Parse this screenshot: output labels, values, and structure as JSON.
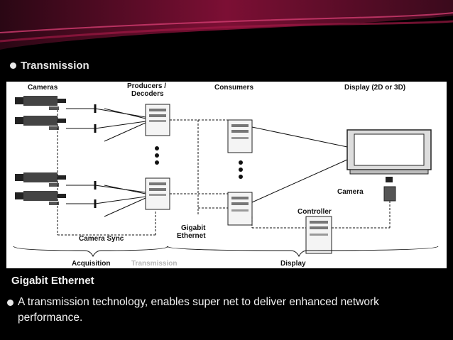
{
  "slide": {
    "bullet_title": "Transmission",
    "subheading": "Gigabit Ethernet",
    "body_bullet": "A transmission technology, enables super net to deliver enhanced network performance."
  },
  "diagram": {
    "labels": {
      "cameras": "Cameras",
      "producers_line1": "Producers /",
      "producers_line2": "Decoders",
      "consumers": "Consumers",
      "display_device": "Display (2D or 3D)",
      "camera": "Camera",
      "controller": "Controller",
      "gigabit_line1": "Gigabit",
      "gigabit_line2": "Ethernet",
      "camera_sync": "Camera Sync",
      "acquisition": "Acquisition",
      "transmission": "Transmission",
      "display": "Display"
    }
  },
  "colors": {
    "banner_dark": "#1a0610",
    "banner_red": "#8a1035",
    "banner_pink": "#c8336a"
  }
}
